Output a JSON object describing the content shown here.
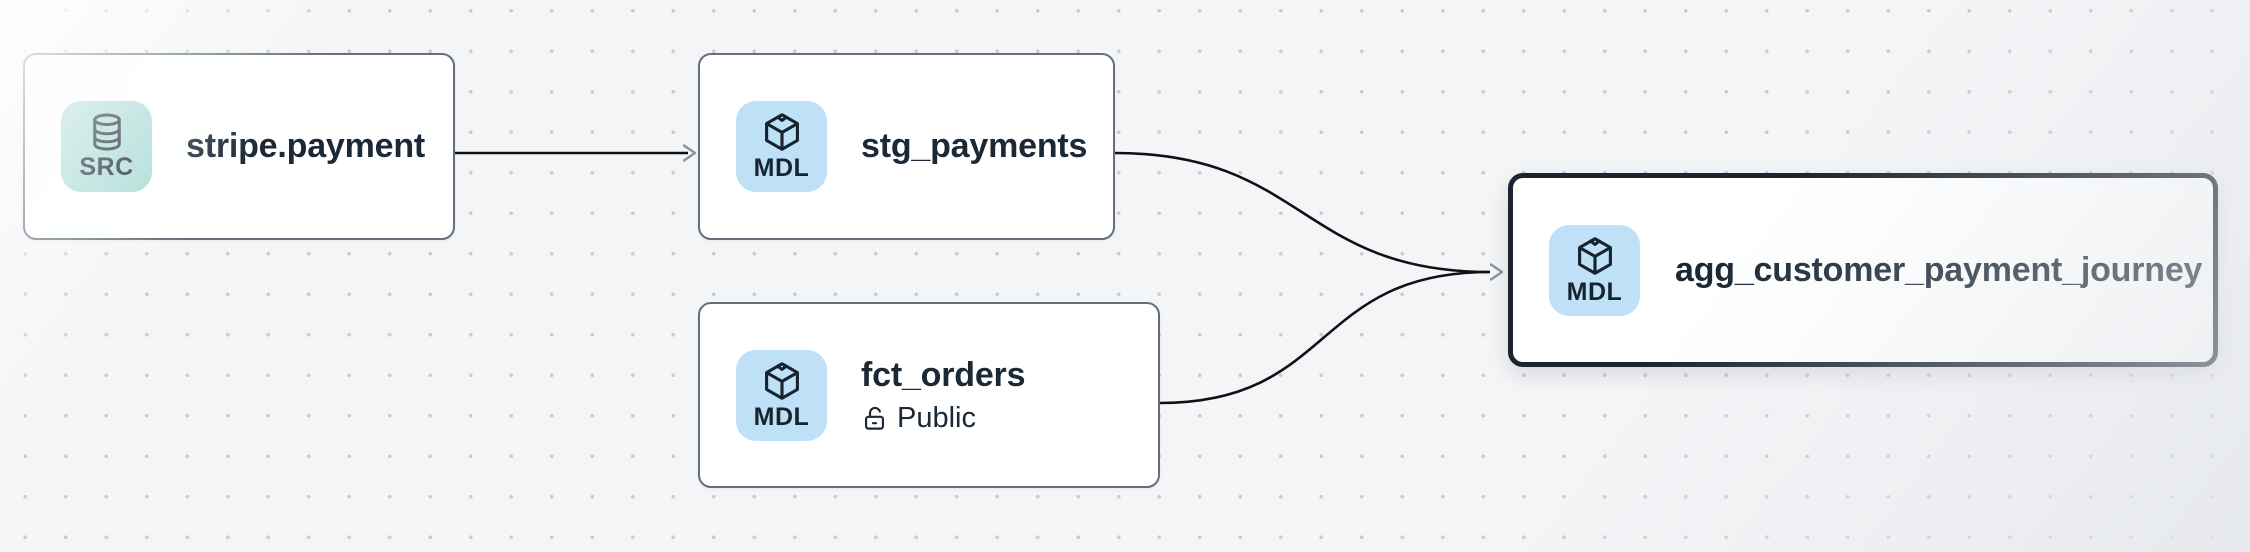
{
  "app": {
    "view": "lineage-graph-canvas",
    "colors": {
      "canvas_background": "#f4f5f7",
      "grid_dot": "#c7ccd3",
      "node_border": "#646e7c",
      "selected_node_border": "#1b2430",
      "edge": "#0e1116",
      "arrowhead": "#8b93a0",
      "src_badge": "#a9dad4",
      "mdl_badge": "#bee1f8",
      "text": "#1b2836"
    }
  },
  "nodes": [
    {
      "id": "stripe.payment",
      "title": "stripe.payment",
      "type_badge": {
        "label": "SRC",
        "icon": "database-icon",
        "color": "#a9dad4"
      },
      "selected": false
    },
    {
      "id": "stg_payments",
      "title": "stg_payments",
      "type_badge": {
        "label": "MDL",
        "icon": "cube-icon",
        "color": "#bee1f8"
      },
      "selected": false
    },
    {
      "id": "fct_orders",
      "title": "fct_orders",
      "type_badge": {
        "label": "MDL",
        "icon": "cube-icon",
        "color": "#bee1f8"
      },
      "access": {
        "icon": "unlock-icon",
        "label": "Public"
      },
      "selected": false
    },
    {
      "id": "agg_customer_payment_journey",
      "title": "agg_customer_payment_journey",
      "type_badge": {
        "label": "MDL",
        "icon": "cube-icon",
        "color": "#bee1f8"
      },
      "selected": true
    }
  ],
  "edges": [
    {
      "from": "stripe.payment",
      "to": "stg_payments"
    },
    {
      "from": "stg_payments",
      "to": "agg_customer_payment_journey"
    },
    {
      "from": "fct_orders",
      "to": "agg_customer_payment_journey"
    }
  ]
}
